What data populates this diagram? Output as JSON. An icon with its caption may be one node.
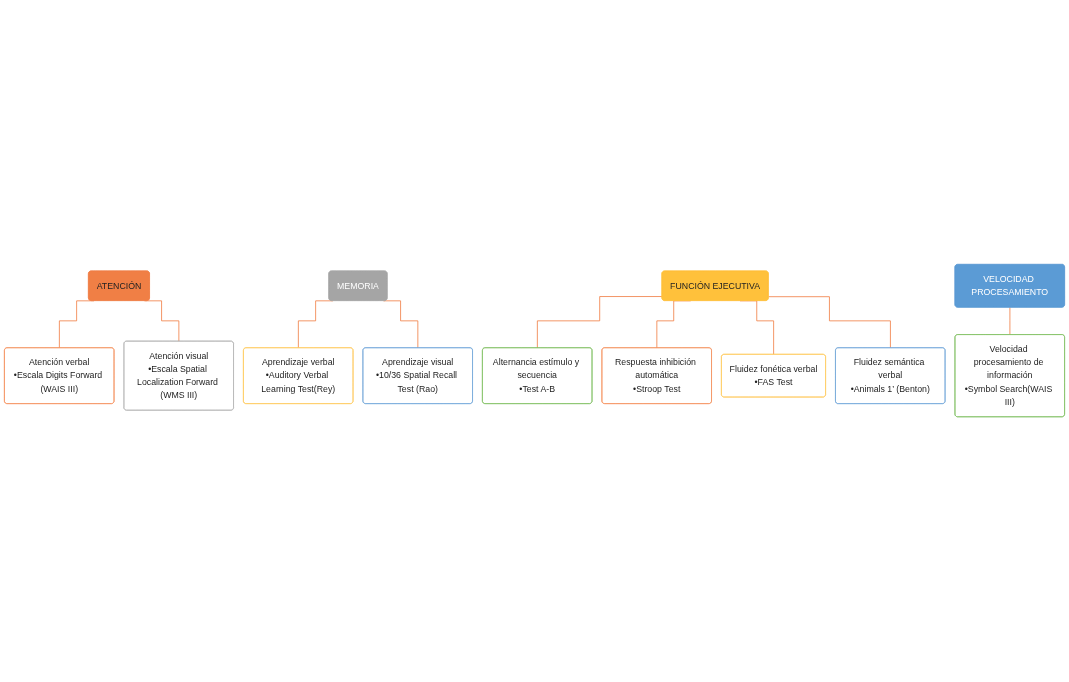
{
  "diagram": {
    "nodes": [
      {
        "text": [
          "ATENCIÓN"
        ]
      },
      {
        "text": [
          "Atención verbal",
          "•Escala Digits Forward (WAIS III)"
        ]
      },
      {
        "text": [
          "Atención visual",
          "•Escala Spatial Localization Forward (WMS III)"
        ]
      },
      {
        "text": [
          "MEMORIA"
        ]
      },
      {
        "text": [
          "Aprendizaje verbal",
          "•Auditory Verbal Learning Test(Rey)"
        ]
      },
      {
        "text": [
          "Aprendizaje visual",
          "•10/36 Spatial Recall Test (Rao)"
        ]
      },
      {
        "text": [
          "FUNCIÓN EJECUTIVA"
        ]
      },
      {
        "text": [
          "Alternancia estímulo y secuencia",
          "•Test A-B"
        ]
      },
      {
        "text": [
          "Respuesta inhibición automática",
          "•Stroop Test"
        ]
      },
      {
        "text": [
          "Fluidez fonética verbal",
          "•FAS Test"
        ]
      },
      {
        "text": [
          "Fluidez semántica verbal",
          "•Animals 1’ (Benton)"
        ]
      },
      {
        "text": [
          "VELOCIDAD PROCESAMIENTO"
        ]
      },
      {
        "text": [
          "Velocidad procesamiento de información",
          "•Symbol Search(WAIS III)"
        ]
      }
    ],
    "edges": [
      {
        "from": 0,
        "to": 1,
        "arrow": "none"
      },
      {
        "from": 0,
        "to": 2,
        "arrow": "none"
      },
      {
        "from": 3,
        "to": 4,
        "arrow": "none"
      },
      {
        "from": 3,
        "to": 5,
        "arrow": "none"
      },
      {
        "from": 6,
        "to": 7,
        "arrow": "none"
      },
      {
        "from": 6,
        "to": 8,
        "arrow": "none"
      },
      {
        "from": 6,
        "to": 9,
        "arrow": "none"
      },
      {
        "from": 6,
        "to": 10,
        "arrow": "none"
      },
      {
        "from": 11,
        "to": 12,
        "arrow": "none"
      }
    ]
  }
}
